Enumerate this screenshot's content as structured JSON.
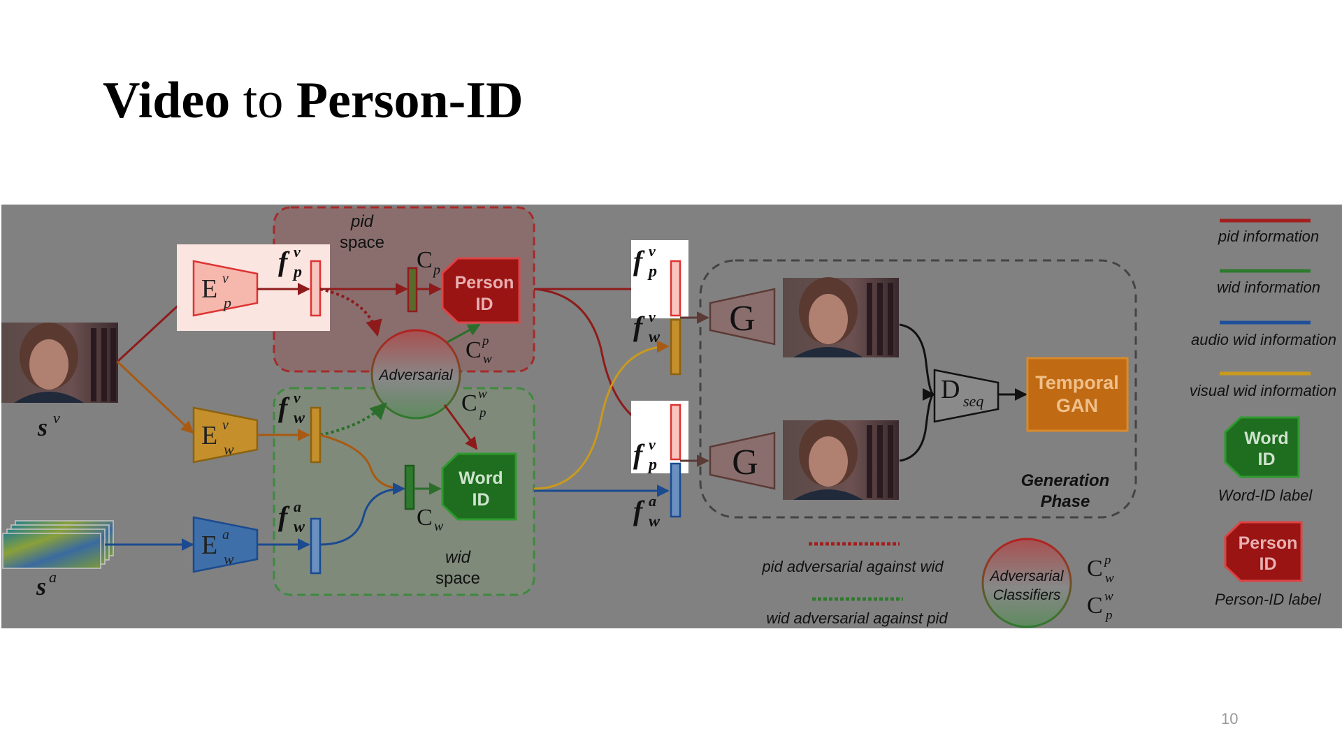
{
  "slide": {
    "title_bold_1": "Video",
    "title_normal": " to ",
    "title_bold_2": "Person-ID",
    "page_number": "10"
  },
  "diagram": {
    "inputs": {
      "video": "s",
      "video_sup": "v",
      "audio": "s",
      "audio_sup": "a"
    },
    "encoders": [
      {
        "id": "Epv",
        "base": "E",
        "sup": "v",
        "sub": "p",
        "color": "#f6b7ad"
      },
      {
        "id": "Ewv",
        "base": "E",
        "sup": "v",
        "sub": "w",
        "color": "#c5902c"
      },
      {
        "id": "Ewa",
        "base": "E",
        "sup": "a",
        "sub": "w",
        "color": "#3f6fa8"
      }
    ],
    "features": {
      "fpv": {
        "base": "f",
        "sup": "v",
        "sub": "p"
      },
      "fwv": {
        "base": "f",
        "sup": "v",
        "sub": "w"
      },
      "fwa": {
        "base": "f",
        "sup": "a",
        "sub": "w"
      }
    },
    "spaces": {
      "pid_1": "pid",
      "pid_2": "space",
      "wid_1": "wid",
      "wid_2": "space"
    },
    "classifiers": {
      "cp": {
        "base": "C",
        "sub": "p"
      },
      "cw": {
        "base": "C",
        "sub": "w"
      },
      "cwp": {
        "base": "C",
        "sup": "p",
        "sub": "w"
      },
      "cpw": {
        "base": "C",
        "sup": "w",
        "sub": "p"
      }
    },
    "adversarial_label": "Adversarial",
    "person_id_1": "Person",
    "person_id_2": "ID",
    "word_id_1": "Word",
    "word_id_2": "ID",
    "generator": "G",
    "discriminator": {
      "base": "D",
      "sub": "seq"
    },
    "temporal_gan_1": "Temporal",
    "temporal_gan_2": "GAN",
    "generation_phase_1": "Generation",
    "generation_phase_2": "Phase"
  },
  "legend": {
    "pid_info": "pid information",
    "wid_info": "wid information",
    "audio_wid_info": "audio wid information",
    "visual_wid_info": "visual wid information",
    "word_id_1": "Word",
    "word_id_2": "ID",
    "word_id_label": "Word-ID label",
    "person_id_1": "Person",
    "person_id_2": "ID",
    "person_id_label": "Person-ID label",
    "pid_adv": "pid adversarial against wid",
    "wid_adv": "wid adversarial against pid",
    "adv_cls_1": "Adversarial",
    "adv_cls_2": "Classifiers",
    "colors": {
      "pid": "#a31f1f",
      "wid": "#2f7a2f",
      "audio": "#1f4f9a",
      "visual": "#c99a1e"
    }
  }
}
